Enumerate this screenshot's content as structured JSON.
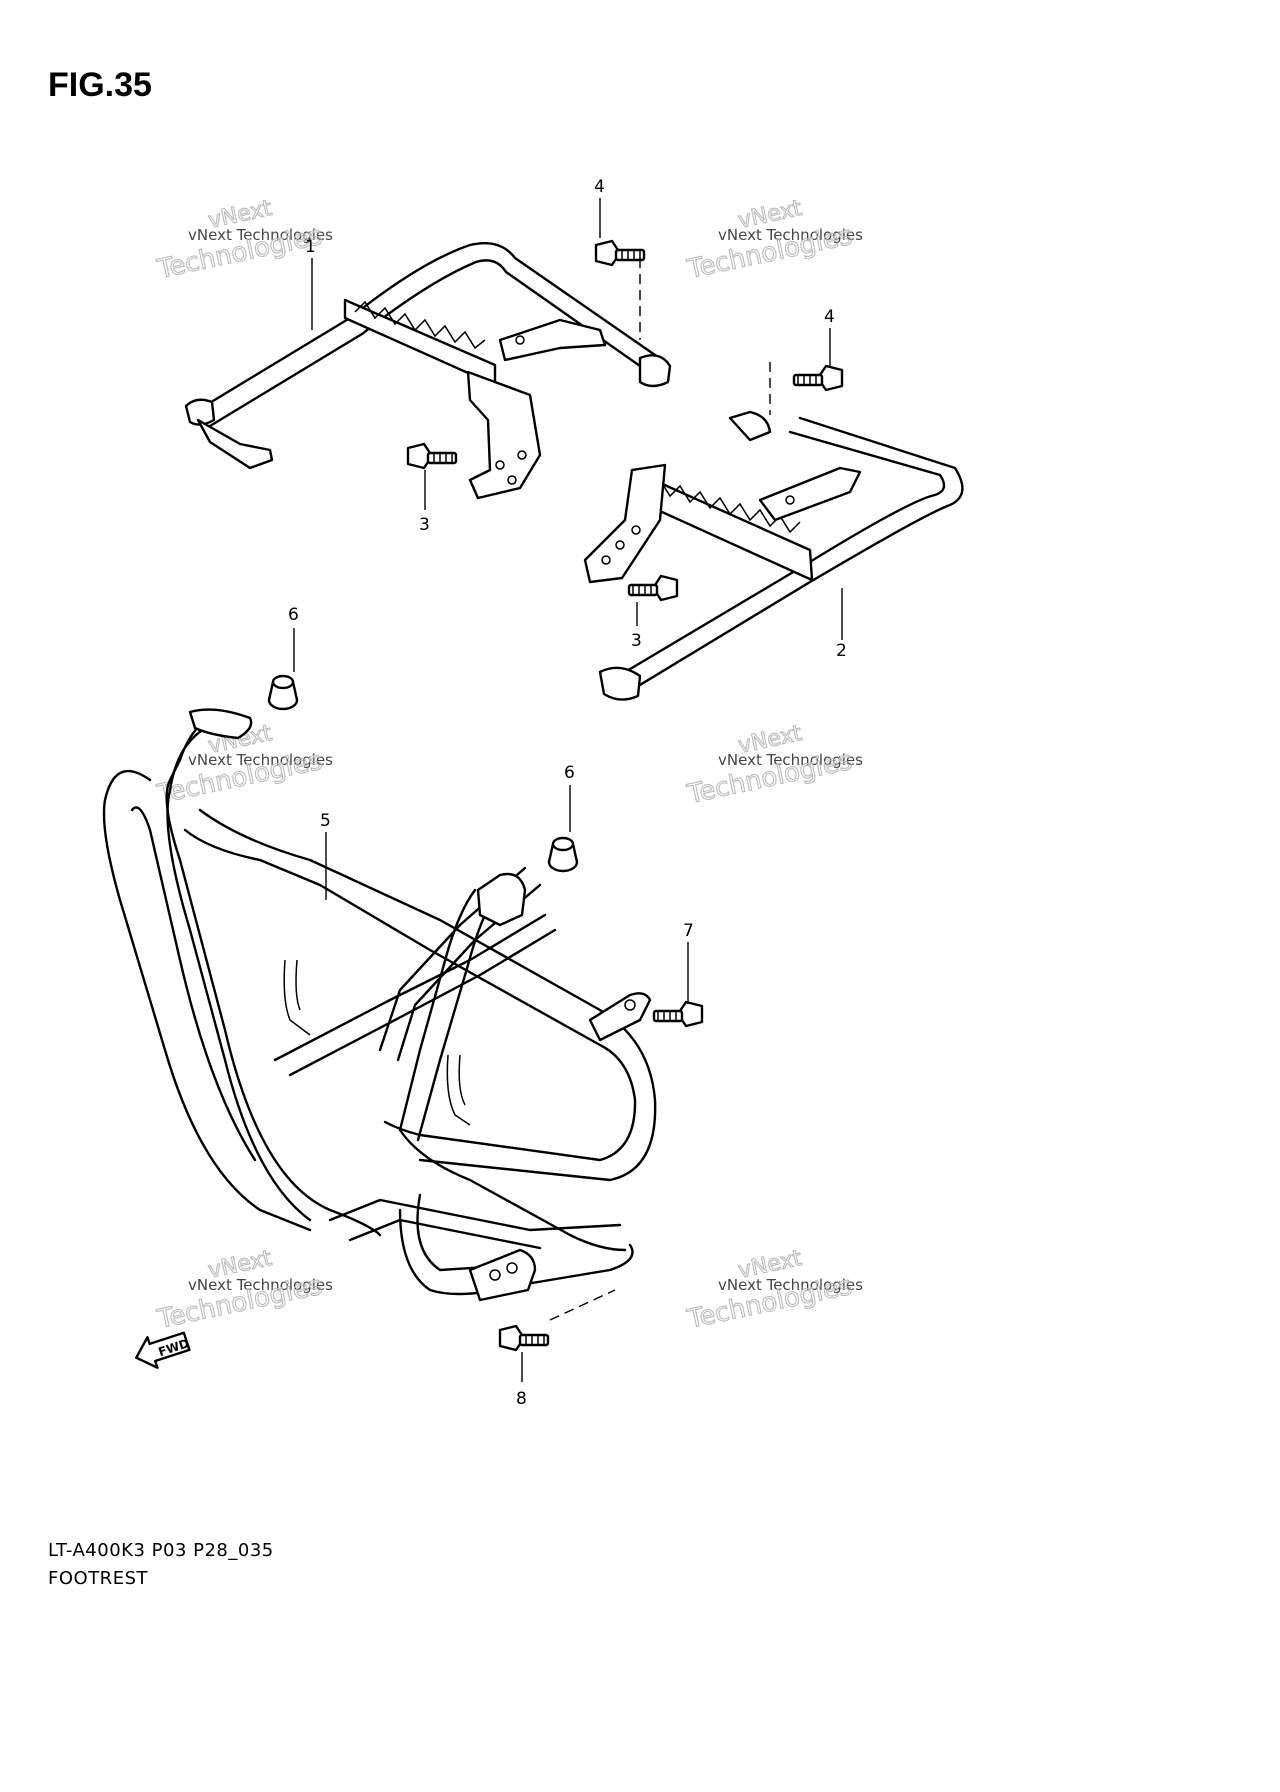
{
  "figure": {
    "title": "FIG.35"
  },
  "caption": {
    "model_code": "LT-A400K3 P03 P28_035",
    "part_name": "FOOTREST"
  },
  "callouts": {
    "c1": "1",
    "c2": "2",
    "c3a": "3",
    "c3b": "3",
    "c4a": "4",
    "c4b": "4",
    "c5": "5",
    "c6a": "6",
    "c6b": "6",
    "c7": "7",
    "c8": "8"
  },
  "direction_arrow": {
    "label": "FWD"
  },
  "watermark": {
    "line1": "vNext Technologies",
    "line2": "vNext",
    "line3": "Technologies"
  }
}
